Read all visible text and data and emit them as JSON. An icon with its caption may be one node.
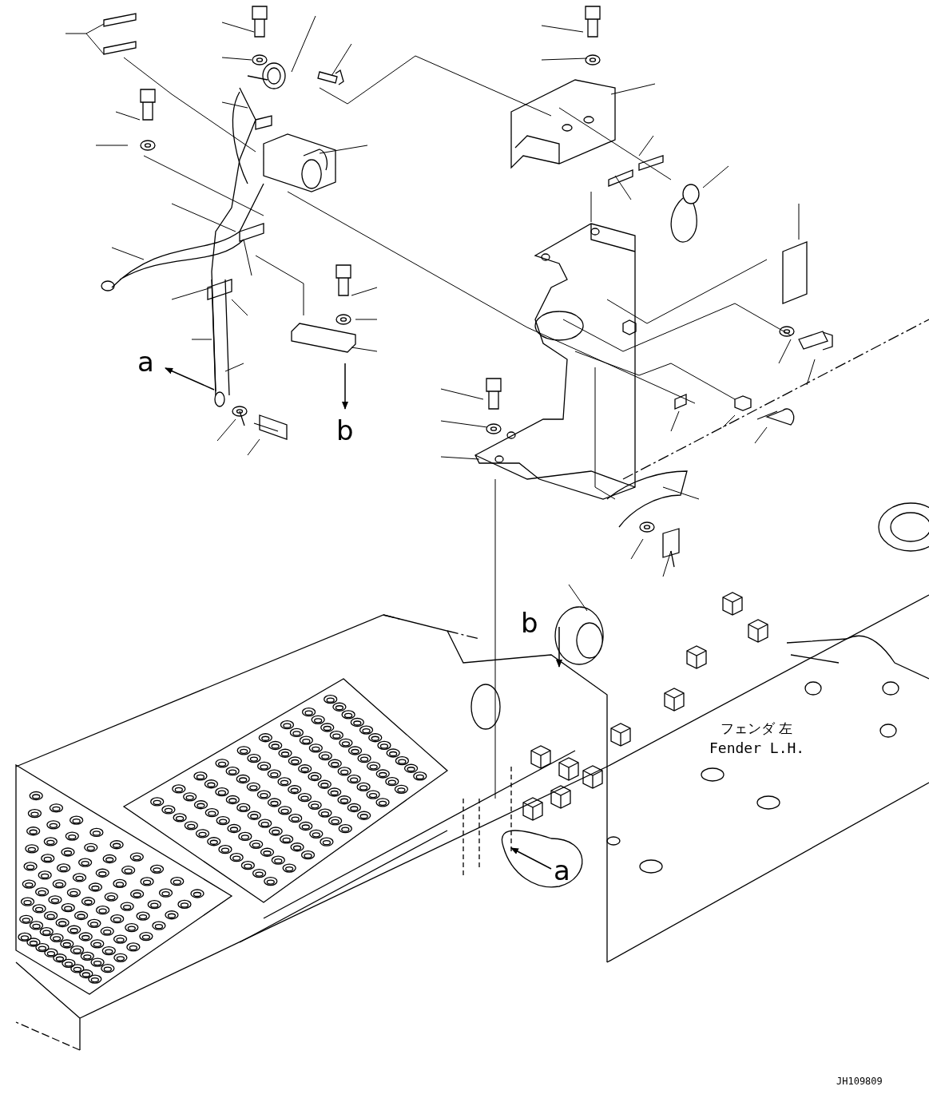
{
  "diagram": {
    "labels": [
      "a",
      "b",
      "b",
      "フェンダ 左",
      "Fender L.H.",
      "a",
      "JH109809"
    ]
  }
}
